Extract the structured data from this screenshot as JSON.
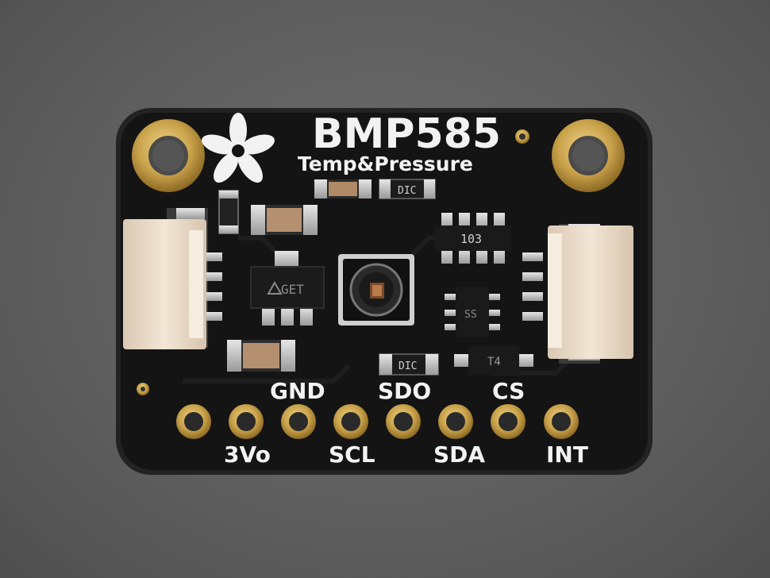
{
  "board": {
    "title": "BMP585",
    "subtitle": "Temp&Pressure",
    "logo_icon": "adafruit-flower-logo",
    "colors": {
      "pcb": "#141414",
      "pcb_edge": "#232323",
      "gold": "#c9a24a",
      "silk": "#f2f2f2",
      "connector": "#eadccb",
      "background": "#5f5f5f"
    }
  },
  "pins_top_labels": [
    "GND",
    "SDO",
    "CS"
  ],
  "pins_bottom_labels": [
    "3Vo",
    "SCL",
    "SDA",
    "INT"
  ],
  "components": {
    "diode_top": "DIC",
    "diode_bottom": "DIC",
    "resistor_array": "103",
    "regulator": "GET",
    "ic_small": "SS",
    "transistor": "T4"
  }
}
